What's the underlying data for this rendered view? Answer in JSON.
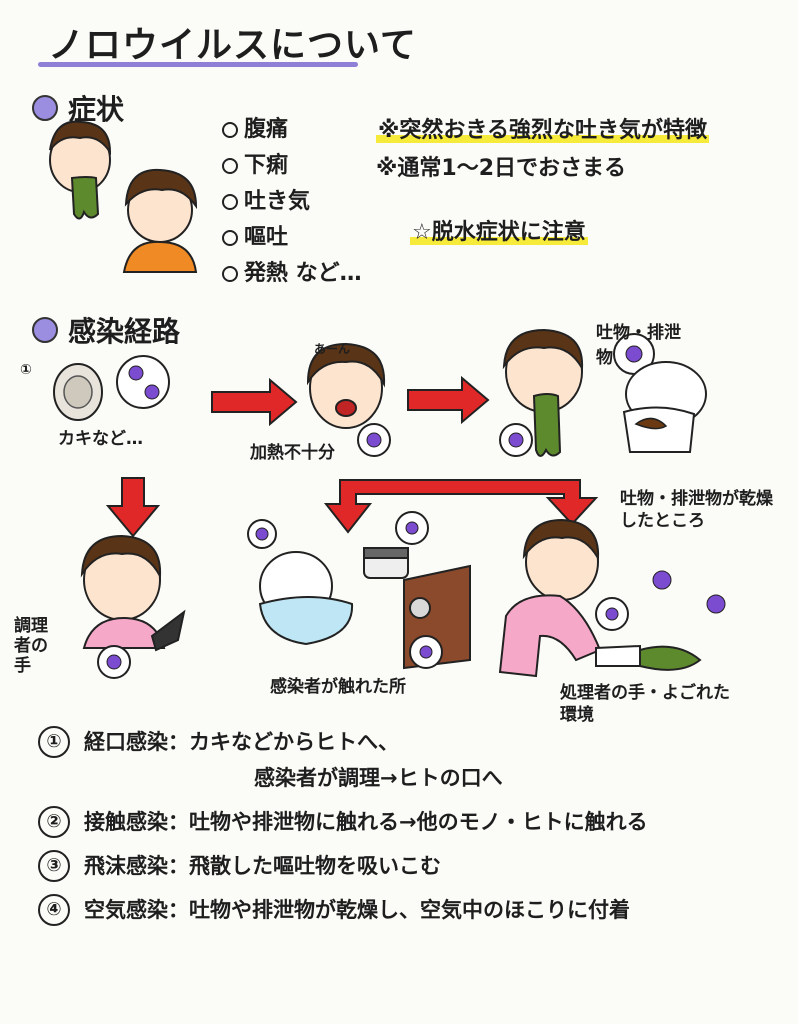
{
  "title": "ノロウイルスについて",
  "symptoms": {
    "heading": "症状",
    "items": [
      "腹痛",
      "下痢",
      "吐き気",
      "嘔吐",
      "発熱 など…"
    ],
    "notes": [
      "※突然おきる強烈な吐き気が特徴",
      "※通常1〜2日でおさまる"
    ],
    "warning": "☆脱水症状に注意"
  },
  "infection": {
    "heading": "感染経路",
    "step_num": "①",
    "labels": {
      "oyster": "カキなど…",
      "aan": "あーん",
      "insufficient_heat": "加熱不十分",
      "excreta": "吐物・排泄物",
      "dried": "吐物・排泄物が乾燥したところ",
      "cook": "調理者の手",
      "touched": "感染者が触れた所",
      "handler": "処理者の手・よごれた環境"
    }
  },
  "routes": [
    {
      "num": "①",
      "text": "経口感染：カキなどからヒトへ、",
      "sub": "感染者が調理→ヒトの口へ"
    },
    {
      "num": "②",
      "text": "接触感染：吐物や排泄物に触れる→他のモノ・ヒトに触れる",
      "sub": ""
    },
    {
      "num": "③",
      "text": "飛沫感染：飛散した嘔吐物を吸いこむ",
      "sub": ""
    },
    {
      "num": "④",
      "text": "空気感染：吐物や排泄物が乾燥し、空気中のほこりに付着",
      "sub": ""
    }
  ],
  "colors": {
    "accent": "#8f7fd6",
    "highlight": "#f6ea3a",
    "arrow": "#e02828",
    "vomit": "#5e8a2e"
  }
}
